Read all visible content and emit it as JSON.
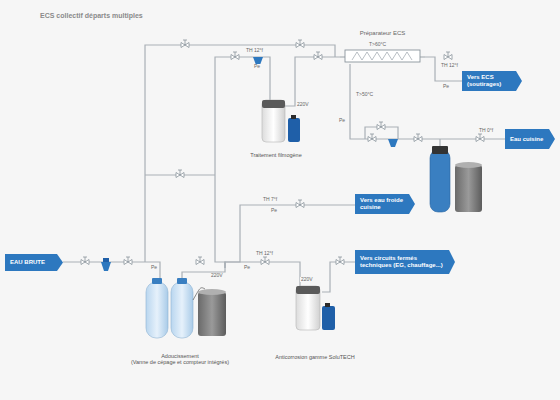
{
  "diagram": {
    "title": "ECS collectif départs multiples",
    "nodes": [
      {
        "text": [
          "Préparateur ECS"
        ]
      },
      {
        "text": [
          "Vers ECS (soutirages)"
        ]
      },
      {
        "text": [
          "Traitement filmogène"
        ]
      },
      {
        "text": [
          "Eau cuisine"
        ]
      },
      {
        "text": [
          "Vers eau froide cuisine"
        ]
      },
      {
        "text": [
          "EAU BRUTE"
        ]
      },
      {
        "text": [
          "Vers circuits fermés techniques (EG, chauffage...)"
        ]
      },
      {
        "text": [
          "Adoucissement",
          "(Vanne de cépage et compteur intégrés)"
        ]
      },
      {
        "text": [
          "Anticorrosion gamme SoluTECH"
        ]
      }
    ],
    "edges": [
      {
        "from": 5,
        "to": 7,
        "arrow": "none"
      },
      {
        "from": 7,
        "to": 8,
        "arrow": "none"
      },
      {
        "from": 8,
        "to": 6,
        "arrow": "none"
      },
      {
        "from": 7,
        "to": 4,
        "arrow": "none"
      },
      {
        "from": 7,
        "to": 2,
        "arrow": "none"
      },
      {
        "from": 2,
        "to": 0,
        "arrow": "none"
      },
      {
        "from": 0,
        "to": 1,
        "arrow": "none"
      },
      {
        "from": 0,
        "to": 3,
        "arrow": "none"
      }
    ],
    "labels": [
      "T>60°C",
      "220V",
      "220V",
      "220V",
      "T>50°C",
      "TH 12°f",
      "TH 12°f",
      "TH 0°f",
      "TH 7°f",
      "TH 12°f",
      "Pe",
      "Pe",
      "Pe",
      "Pe",
      "Pe",
      "Pe"
    ]
  }
}
